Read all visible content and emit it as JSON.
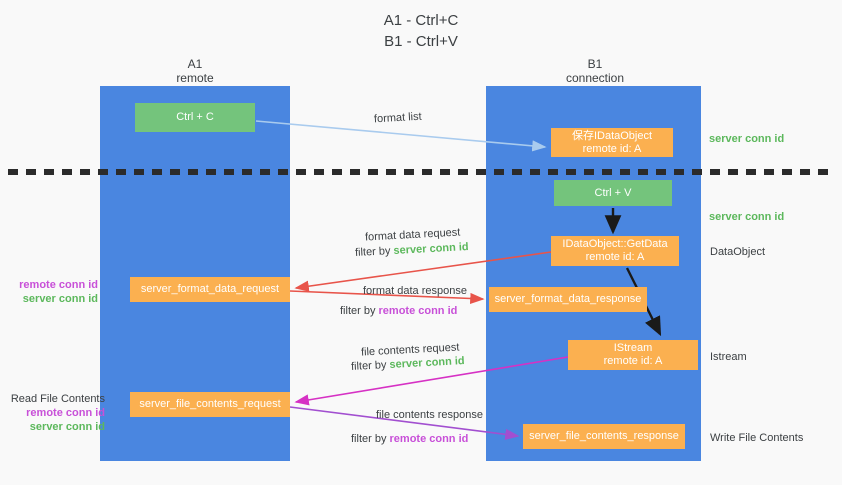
{
  "title": {
    "line1": "A1 - Ctrl+C",
    "line2": "B1 - Ctrl+V"
  },
  "columns": [
    {
      "name": "A1",
      "sub": "remote"
    },
    {
      "name": "B1",
      "sub": "connection"
    }
  ],
  "nodes": {
    "ctrl_c": {
      "label": "Ctrl + C",
      "color": "#74c47c"
    },
    "ctrl_v": {
      "label": "Ctrl + V",
      "color": "#74c47c"
    },
    "save_idataobject": {
      "label": "保存IDataObject",
      "sub": "remote id: A",
      "color": "#fbb050"
    },
    "getdata": {
      "label": "IDataObject::GetData",
      "sub": "remote id: A",
      "color": "#fbb050"
    },
    "istream": {
      "label": "IStream",
      "sub": "remote id: A",
      "color": "#fbb050"
    },
    "server_format_data_request": {
      "label": "server_format_data_request",
      "color": "#fbb050"
    },
    "server_format_data_response": {
      "label": "server_format_data_response",
      "color": "#fbb050"
    },
    "server_file_contents_request": {
      "label": "server_file_contents_request",
      "color": "#fbb050"
    },
    "server_file_contents_response": {
      "label": "server_file_contents_response",
      "color": "#fbb050"
    }
  },
  "edge_labels": {
    "format_list": "format list",
    "format_data_request": "format data request",
    "format_data_request_filter_prefix": "filter by ",
    "format_data_request_filter_value": "server conn id",
    "format_data_response": "format data response",
    "format_data_response_filter_prefix": "filter by ",
    "format_data_response_filter_value": "remote conn id",
    "file_contents_request": "file contents request",
    "file_contents_request_filter_prefix": "filter by ",
    "file_contents_request_filter_value": "server conn id",
    "file_contents_response": "file contents response",
    "file_contents_response_filter_prefix": "filter by ",
    "file_contents_response_filter_value": "remote conn id"
  },
  "annotations": {
    "right": {
      "server_conn_id_top": "server conn id",
      "server_conn_id_mid": "server conn id",
      "dataobject": "DataObject",
      "istream": "Istream",
      "write_file_contents": "Write File Contents"
    },
    "left": {
      "remote_conn_id_1": "remote conn id",
      "server_conn_id_1": "server conn id",
      "read_file_contents": "Read File Contents",
      "remote_conn_id_2": "remote conn id",
      "server_conn_id_2": "server conn id"
    }
  },
  "colors": {
    "lane": "#4a86e0",
    "green_node": "#74c47c",
    "orange_node": "#fbb050",
    "green_text": "#5cb85c",
    "purple_text": "#c850d8",
    "arrow_light_blue": "#a9cbee",
    "arrow_red": "#e8544a",
    "arrow_magenta": "#d631c4",
    "arrow_purple": "#a24fd0",
    "arrow_black": "#1a1a1a",
    "background": "#f9f9f9"
  }
}
